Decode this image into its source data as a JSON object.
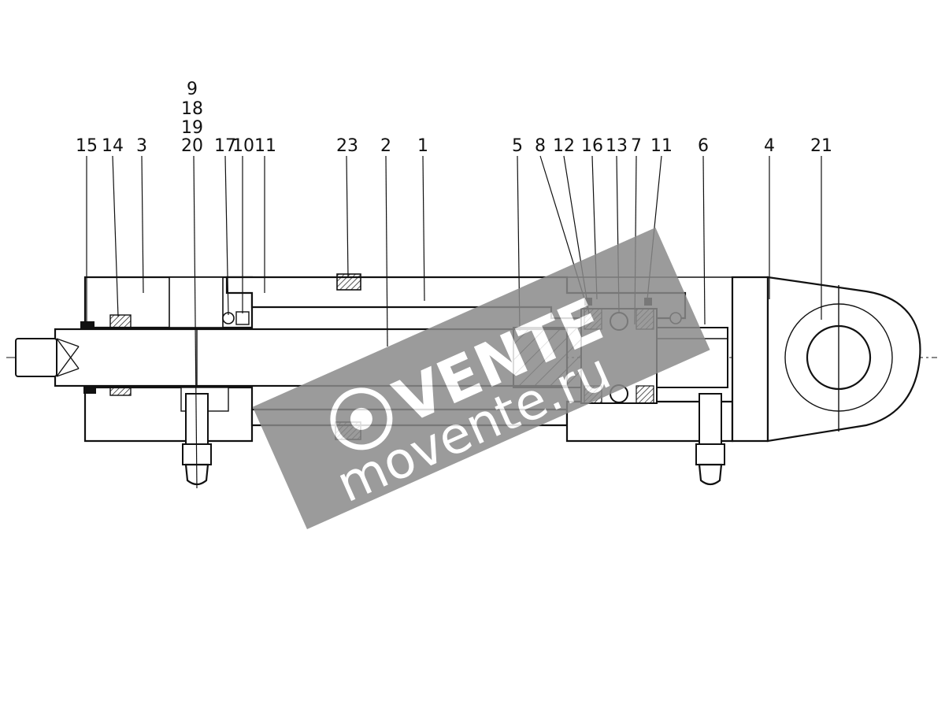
{
  "labels": {
    "l15": "15",
    "l14": "14",
    "l3": "3",
    "l9": "9",
    "l18": "18",
    "l19": "19",
    "l20": "20",
    "l17": "17",
    "l10": "10",
    "l11a": "11",
    "l23": "23",
    "l2": "2",
    "l1": "1",
    "l5": "5",
    "l8": "8",
    "l12": "12",
    "l16": "16",
    "l13": "13",
    "l7": "7",
    "l11b": "11",
    "l6": "6",
    "l4": "4",
    "l21": "21"
  },
  "watermark": {
    "brand": "VENTE",
    "domain": "movente.ru",
    "color": "#8a8a8a"
  }
}
